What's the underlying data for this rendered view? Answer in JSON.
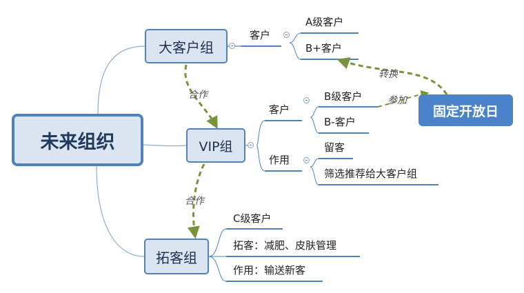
{
  "root": "未来组织",
  "branches": {
    "big": {
      "label": "大客户组",
      "sub": "客户",
      "items": [
        "A级客户",
        "B+客户"
      ]
    },
    "vip": {
      "label": "VIP组",
      "groups": [
        {
          "label": "客户",
          "items": [
            "B级客户",
            "B-客户"
          ]
        },
        {
          "label": "作用",
          "items": [
            "留客",
            "筛选推荐给大客户组"
          ]
        }
      ]
    },
    "tuoke": {
      "label": "拓客组",
      "items": [
        "C级客户",
        "拓客：减肥、皮肤管理",
        "作用：输送新客"
      ]
    }
  },
  "floating": "固定开放日",
  "relations": {
    "hezuo_1": "合作",
    "hezuo_2": "合作",
    "zhuanhuan": "转换",
    "canjia": "参加"
  },
  "colors": {
    "line": "#4f81bd",
    "node_fill": "#dbe5f1",
    "relation": "#77933c",
    "floating_fill": "#4a83c9"
  }
}
